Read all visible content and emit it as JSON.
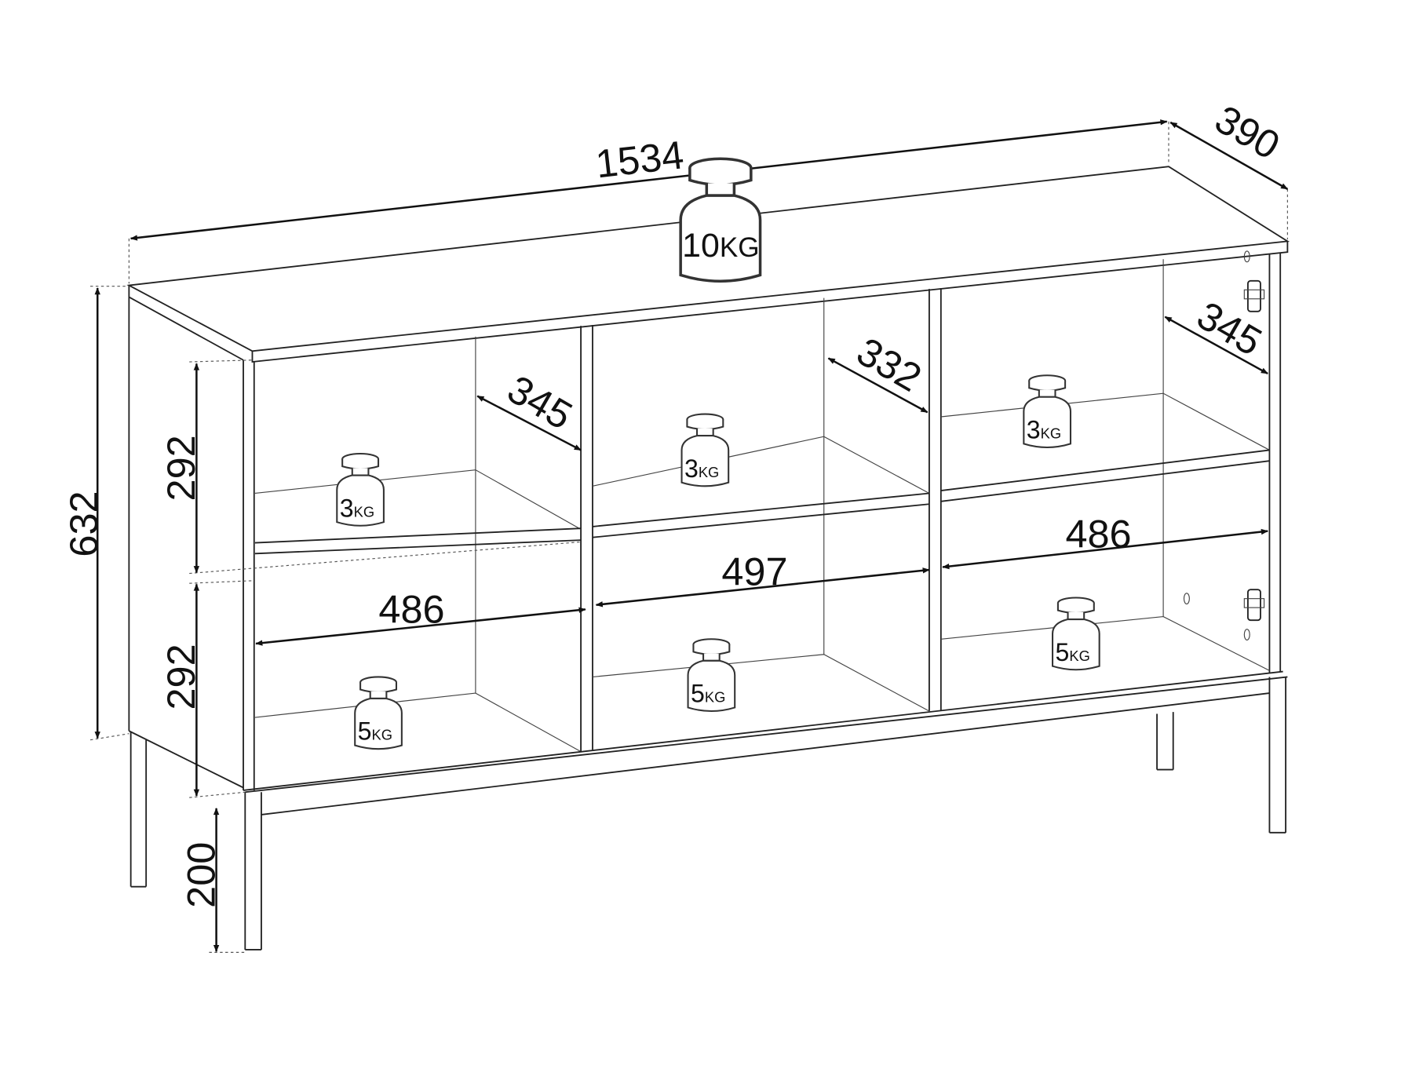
{
  "dimensions": {
    "total_width": "1534",
    "depth": "390",
    "total_height": "632",
    "upper_compartment_height": "292",
    "lower_compartment_height": "292",
    "leg_height": "200",
    "left_inner_depth": "345",
    "middle_inner_depth": "332",
    "right_inner_depth": "345",
    "left_inner_width": "486",
    "middle_inner_width": "497",
    "right_inner_width": "486"
  },
  "load_limits": {
    "top": {
      "num": "10",
      "unit": "KG"
    },
    "upper_left": {
      "num": "3",
      "unit": "KG"
    },
    "upper_middle": {
      "num": "3",
      "unit": "KG"
    },
    "upper_right": {
      "num": "3",
      "unit": "KG"
    },
    "lower_left": {
      "num": "5",
      "unit": "KG"
    },
    "lower_middle": {
      "num": "5",
      "unit": "KG"
    },
    "lower_right": {
      "num": "5",
      "unit": "KG"
    }
  }
}
